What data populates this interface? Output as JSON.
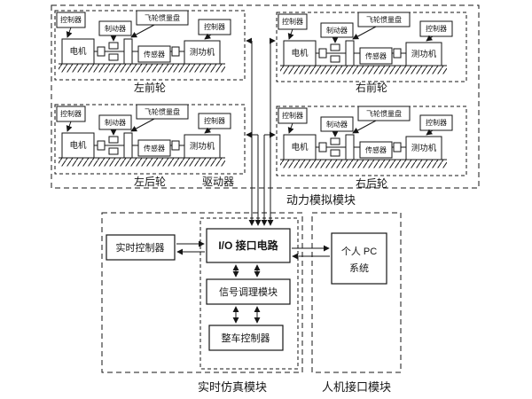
{
  "ink_color": "#161616",
  "power_module": {
    "label": "动力模拟模块",
    "wheels": [
      {
        "title": "左前轮"
      },
      {
        "title": "右前轮"
      },
      {
        "title": "左后轮"
      },
      {
        "title": "右后轮"
      }
    ],
    "wheel_part_labels": {
      "controller": "控制器",
      "brake": "制动器",
      "flywheel": "飞轮惯量盘",
      "motor": "电机",
      "sensor": "传感器",
      "dynamometer": "测功机"
    },
    "driver_label": "驱动器"
  },
  "realtime_module": {
    "label": "实时仿真模块",
    "rt_controller": "实时控制器",
    "io_interface": "I/O 接口电路",
    "signal_conditioning": "信号调理模块",
    "vehicle_controller": "整车控制器"
  },
  "hmi_module": {
    "label": "人机接口模块",
    "pc_system_line1": "个人 PC",
    "pc_system_line2": "系统"
  }
}
